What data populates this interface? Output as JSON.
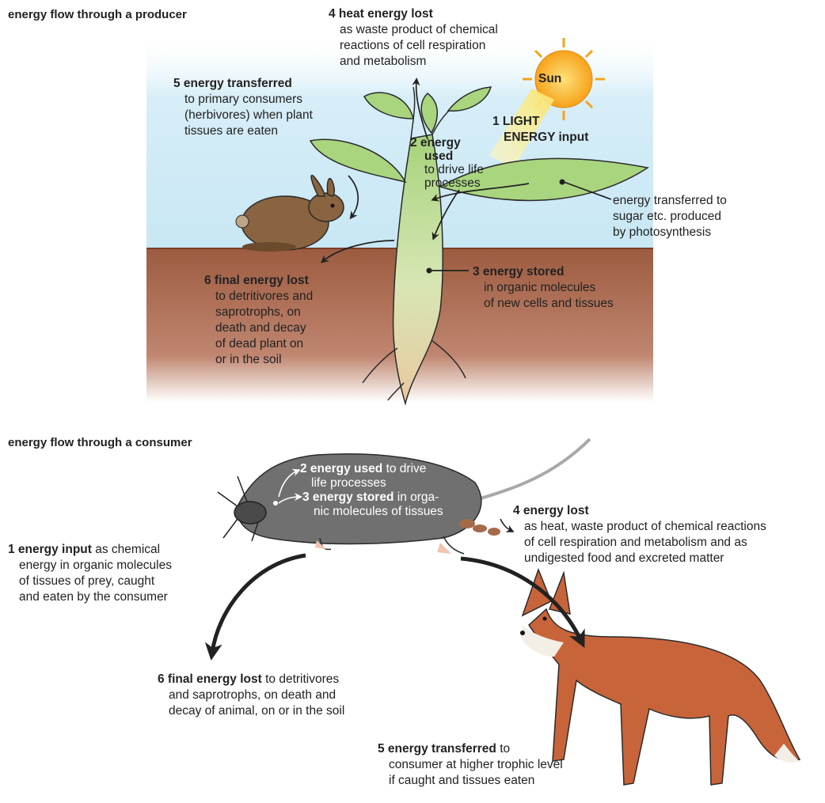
{
  "producer": {
    "header": "energy flow through a producer",
    "sun": "Sun",
    "l1": {
      "title1": "1 LIGHT",
      "title2": "ENERGY input"
    },
    "l2": {
      "title1": "2 energy",
      "title2": "used",
      "body1": "to drive life",
      "body2": "processes"
    },
    "l3": {
      "title": "3 energy stored",
      "body1": "in organic molecules",
      "body2": "of new cells and tissues"
    },
    "l4": {
      "title": "4 heat energy lost",
      "body1": "as waste product of chemical",
      "body2": "reactions of cell respiration",
      "body3": "and metabolism"
    },
    "l5": {
      "title": "5 energy transferred",
      "body1": "to primary consumers",
      "body2": "(herbivores) when plant",
      "body3": "tissues are eaten"
    },
    "l6": {
      "title": "6 final energy lost",
      "body1": "to detritivores and",
      "body2": "saprotrophs, on",
      "body3": "death and decay",
      "body4": "of dead plant on",
      "body5": "or in the soil"
    },
    "sugar": {
      "l1": "energy transferred to",
      "l2": "sugar etc. produced",
      "l3": "by photosynthesis"
    }
  },
  "consumer": {
    "header": "energy flow through a consumer",
    "c1": {
      "title": "1 energy input",
      "tail": "as chemical",
      "b1": "energy in organic molecules",
      "b2": "of tissues of prey, caught",
      "b3": "and eaten by the consumer"
    },
    "c2": {
      "title": "2 energy used",
      "tail": "to drive",
      "b1": "life processes"
    },
    "c3": {
      "title": "3 energy stored",
      "tail": "in orga-",
      "b1": "nic molecules of tissues"
    },
    "c4": {
      "title": "4 energy lost",
      "b1": "as heat, waste product of chemical reactions",
      "b2": "of cell respiration and metabolism and as",
      "b3": "undigested food and excreted matter"
    },
    "c5": {
      "title": "5 energy transferred",
      "tail": "to",
      "b1": "consumer at higher trophic level",
      "b2": "if caught and tissues eaten"
    },
    "c6": {
      "title": "6 final energy lost",
      "tail": "to detritivores",
      "b1": "and saprotrophs, on death and",
      "b2": "decay of animal, on or in the soil"
    }
  },
  "colors": {
    "sky": "#cfe9f5",
    "soil": "#9a5a3e",
    "leaf": "#a8d57e",
    "stem": "#c9e39a",
    "sun": "#f6a21a",
    "shrew": "#707070",
    "fox": "#c8643a",
    "rabbit": "#8a6440"
  }
}
